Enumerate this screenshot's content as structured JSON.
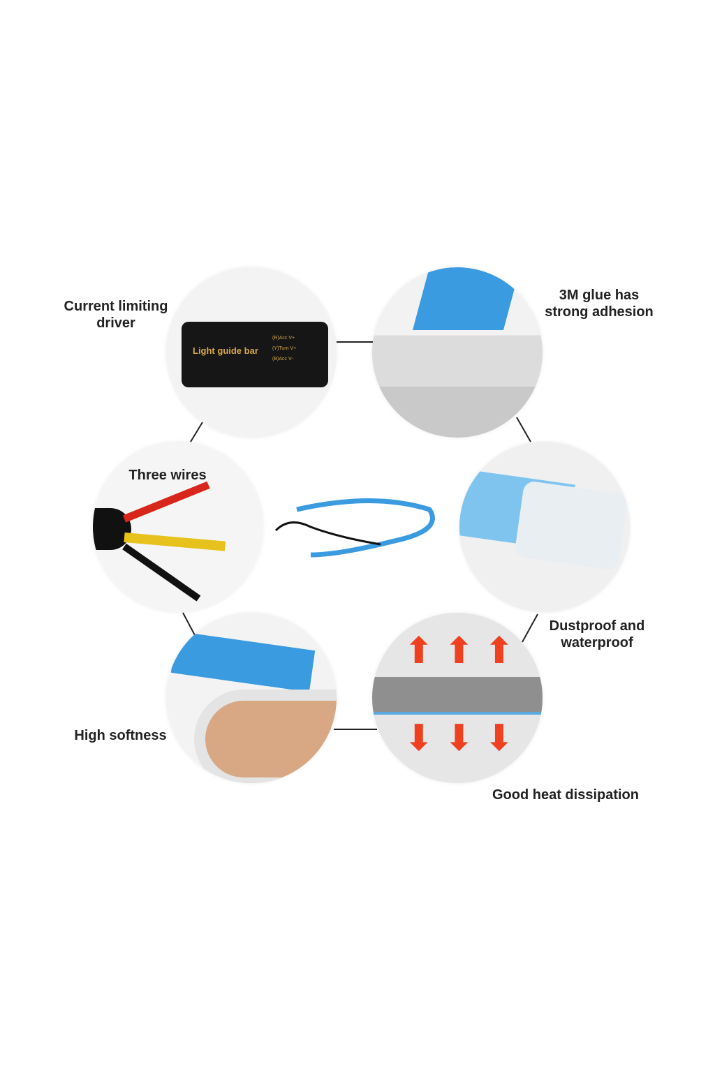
{
  "labels": {
    "driver": "Current limiting driver",
    "glue": "3M glue has strong adhesion",
    "wires": "Three wires",
    "dustproof": "Dustproof and waterproof",
    "softness": "High softness",
    "heat": "Good heat dissipation"
  },
  "driver_box": {
    "title": "Light guide bar",
    "wires": [
      "(R)Acc V+",
      "(Y)Turn V+",
      "(B)Acc V-"
    ]
  },
  "colors": {
    "strip_blue": "#3a9be0",
    "wire_red": "#d8261c",
    "wire_yellow": "#e8c21c"
  }
}
